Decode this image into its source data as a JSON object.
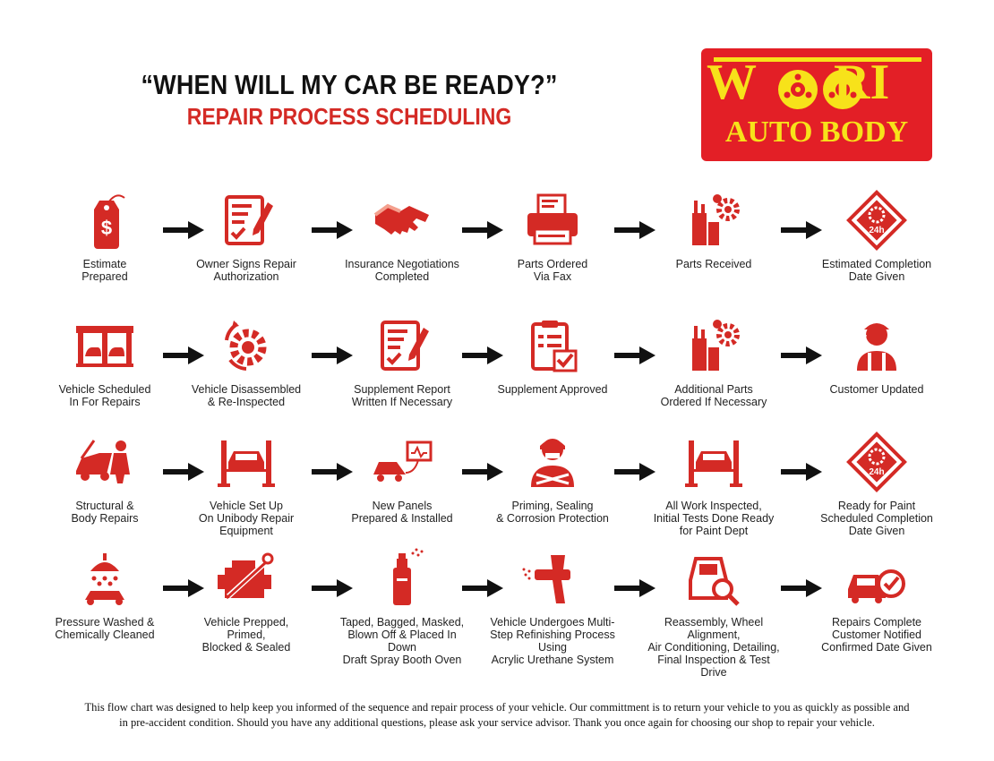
{
  "header": {
    "title": "“WHEN WILL MY CAR BE READY?”",
    "subtitle": "REPAIR PROCESS SCHEDULING"
  },
  "logo": {
    "line1": "WOORI",
    "line2": "AUTO BODY",
    "bg_color": "#e31f26",
    "text_color": "#f7e21a"
  },
  "accent_color": "#d42a25",
  "rows": [
    [
      {
        "label": "Estimate\nPrepared",
        "icon": "price-tag-icon"
      },
      {
        "label": "Owner Signs Repair\nAuthorization",
        "icon": "signed-document-icon"
      },
      {
        "label": "Insurance Negotiations\nCompleted",
        "icon": "handshake-icon"
      },
      {
        "label": "Parts Ordered\nVia Fax",
        "icon": "fax-machine-icon"
      },
      {
        "label": "Parts Received",
        "icon": "parts-gears-icon"
      },
      {
        "label": "Estimated Completion\nDate Given",
        "icon": "24h-service-icon"
      }
    ],
    [
      {
        "label": "Vehicle Scheduled\nIn For Repairs",
        "icon": "garage-icon"
      },
      {
        "label": "Vehicle Disassembled\n& Re-Inspected",
        "icon": "gear-cycle-icon"
      },
      {
        "label": "Supplement Report\nWritten If Necessary",
        "icon": "signed-document-icon"
      },
      {
        "label": "Supplement Approved",
        "icon": "clipboard-check-icon"
      },
      {
        "label": "Additional Parts\nOrdered If Necessary",
        "icon": "parts-gears-icon"
      },
      {
        "label": "Customer Updated",
        "icon": "service-agent-icon"
      }
    ],
    [
      {
        "label": "Structural &\nBody Repairs",
        "icon": "mechanic-car-icon"
      },
      {
        "label": "Vehicle Set Up\nOn Unibody Repair\nEquipment",
        "icon": "car-lift-icon"
      },
      {
        "label": "New Panels\nPrepared & Installed",
        "icon": "diagnostic-car-icon"
      },
      {
        "label": "Priming, Sealing\n& Corrosion Protection",
        "icon": "mechanic-wrenches-icon"
      },
      {
        "label": "All Work Inspected,\nInitial Tests Done Ready\nfor Paint Dept",
        "icon": "car-lift-icon"
      },
      {
        "label": "Ready for Paint\nScheduled Completion\nDate Given",
        "icon": "24h-service-icon"
      }
    ],
    [
      {
        "label": "Pressure Washed &\nChemically Cleaned",
        "icon": "shower-wash-icon"
      },
      {
        "label": "Vehicle Prepped,\nPrimed,\nBlocked & Sealed",
        "icon": "engine-wrench-icon"
      },
      {
        "label": "Taped, Bagged, Masked,\nBlown Off & Placed In Down\nDraft Spray Booth Oven",
        "icon": "spray-can-icon"
      },
      {
        "label": "Vehicle Undergoes Multi-\nStep Refinishing Process Using\nAcrylic Urethane System",
        "icon": "spray-gun-icon"
      },
      {
        "label": "Reassembly, Wheel Alignment,\nAir Conditioning, Detailing,\nFinal Inspection & Test Drive",
        "icon": "car-magnifier-icon"
      },
      {
        "label": "Repairs Complete\nCustomer Notified\nConfirmed Date Given",
        "icon": "car-checkmark-icon"
      }
    ]
  ],
  "footer": "This flow chart was designed to help keep you informed of the sequence and repair process of your vehicle. Our committment is to return your vehicle to you as quickly as possible and\nin pre-accident condition. Should you have any additional questions, please ask your service advisor. Thank you once again for choosing our shop to repair your vehicle."
}
